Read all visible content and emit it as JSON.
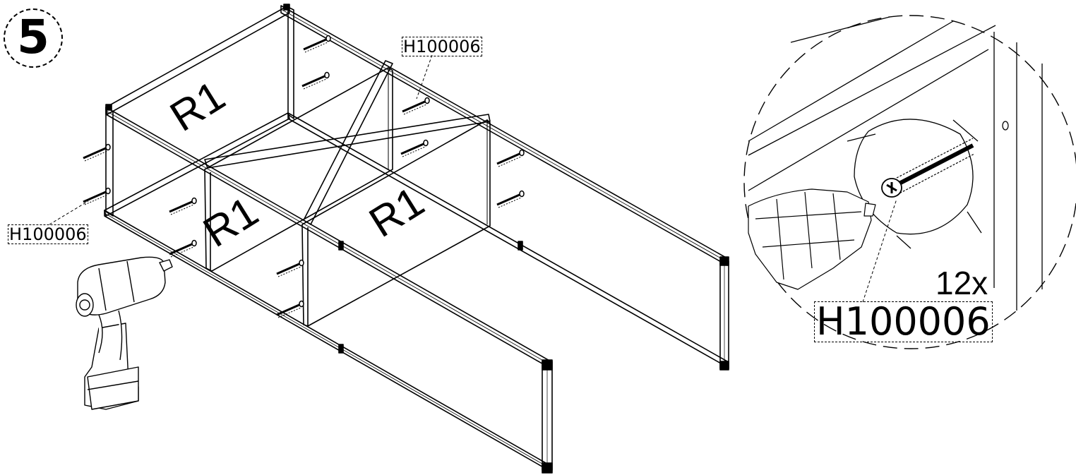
{
  "step": {
    "number": "5"
  },
  "panels": [
    {
      "label": "R1"
    },
    {
      "label": "R1"
    },
    {
      "label": "R1"
    }
  ],
  "callouts": {
    "top": "H100006",
    "left": "H100006",
    "detail": "H100006"
  },
  "detail": {
    "quantity": "12x"
  },
  "icons": {
    "drill": "cordless-drill-icon",
    "screw": "screw-icon"
  }
}
